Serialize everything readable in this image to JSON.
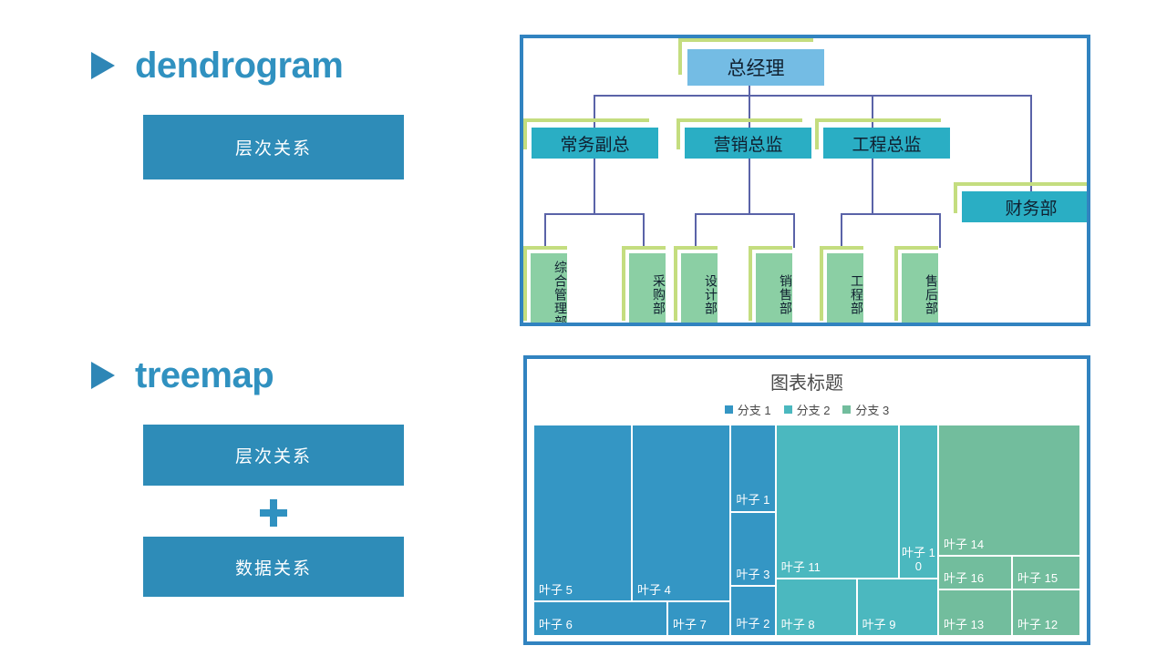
{
  "sections": {
    "dendrogram": {
      "icon": "triangle-right-icon",
      "title": "dendrogram",
      "box1": "层次关系"
    },
    "treemap": {
      "icon": "triangle-right-icon",
      "title": "treemap",
      "box1": "层次关系",
      "plus": "plus-icon",
      "box2": "数据关系"
    }
  },
  "dendrogram_chart": {
    "type": "diagram",
    "root": "总经理",
    "level2": [
      "常务副总",
      "营销总监",
      "工程总监"
    ],
    "standalone": "财务部",
    "leaves": [
      "综合管理部",
      "采购部",
      "设计部",
      "销售部",
      "工程部",
      "售后部"
    ],
    "colors": {
      "frame": "#3183c0",
      "root_box": "#74bce4",
      "mid_box": "#2aaec4",
      "leaf_box": "#8bcfa4",
      "accent": "#c4dd7f",
      "connector": "#5a63a8"
    }
  },
  "chart_data": {
    "type": "treemap",
    "title": "图表标题",
    "legend": [
      {
        "label": "分支 1",
        "color": "#3496c4"
      },
      {
        "label": "分支 2",
        "color": "#4bb8bf"
      },
      {
        "label": "分支 3",
        "color": "#72bd9d"
      }
    ],
    "legend_position": "top",
    "branches": [
      {
        "name": "分支 1",
        "color": "#3496c4",
        "leaves": [
          {
            "label": "叶子 5",
            "x": 0,
            "y": 0,
            "w": 18.0,
            "h": 83.5
          },
          {
            "label": "叶子 4",
            "x": 18.0,
            "y": 0,
            "w": 18.0,
            "h": 83.5
          },
          {
            "label": "叶子 6",
            "x": 0,
            "y": 83.5,
            "w": 24.5,
            "h": 16.5
          },
          {
            "label": "叶子 7",
            "x": 24.5,
            "y": 83.5,
            "w": 11.5,
            "h": 16.5
          },
          {
            "label": "叶子 1",
            "x": 36.0,
            "y": 0,
            "w": 8.3,
            "h": 41.5
          },
          {
            "label": "叶子 3",
            "x": 36.0,
            "y": 41.5,
            "w": 8.3,
            "h": 35.0
          },
          {
            "label": "叶子 2",
            "x": 36.0,
            "y": 76.5,
            "w": 8.3,
            "h": 23.5
          }
        ]
      },
      {
        "name": "分支 2",
        "color": "#4bb8bf",
        "leaves": [
          {
            "label": "叶子 11",
            "x": 44.3,
            "y": 0,
            "w": 22.5,
            "h": 73.0
          },
          {
            "label": "叶子 10",
            "x": 66.8,
            "y": 0,
            "w": 7.2,
            "h": 73.0
          },
          {
            "label": "叶子 8",
            "x": 44.3,
            "y": 73.0,
            "w": 14.8,
            "h": 27.0
          },
          {
            "label": "叶子 9",
            "x": 59.1,
            "y": 73.0,
            "w": 14.9,
            "h": 27.0
          }
        ]
      },
      {
        "name": "分支 3",
        "color": "#72bd9d",
        "leaves": [
          {
            "label": "叶子 14",
            "x": 74.0,
            "y": 0,
            "w": 26.0,
            "h": 62.0
          },
          {
            "label": "叶子 16",
            "x": 74.0,
            "y": 62.0,
            "w": 13.5,
            "h": 16.0
          },
          {
            "label": "叶子 15",
            "x": 87.5,
            "y": 62.0,
            "w": 12.5,
            "h": 16.0
          },
          {
            "label": "叶子 13",
            "x": 74.0,
            "y": 78.0,
            "w": 13.5,
            "h": 22.0
          },
          {
            "label": "叶子 12",
            "x": 87.5,
            "y": 78.0,
            "w": 12.5,
            "h": 22.0
          }
        ]
      }
    ]
  }
}
